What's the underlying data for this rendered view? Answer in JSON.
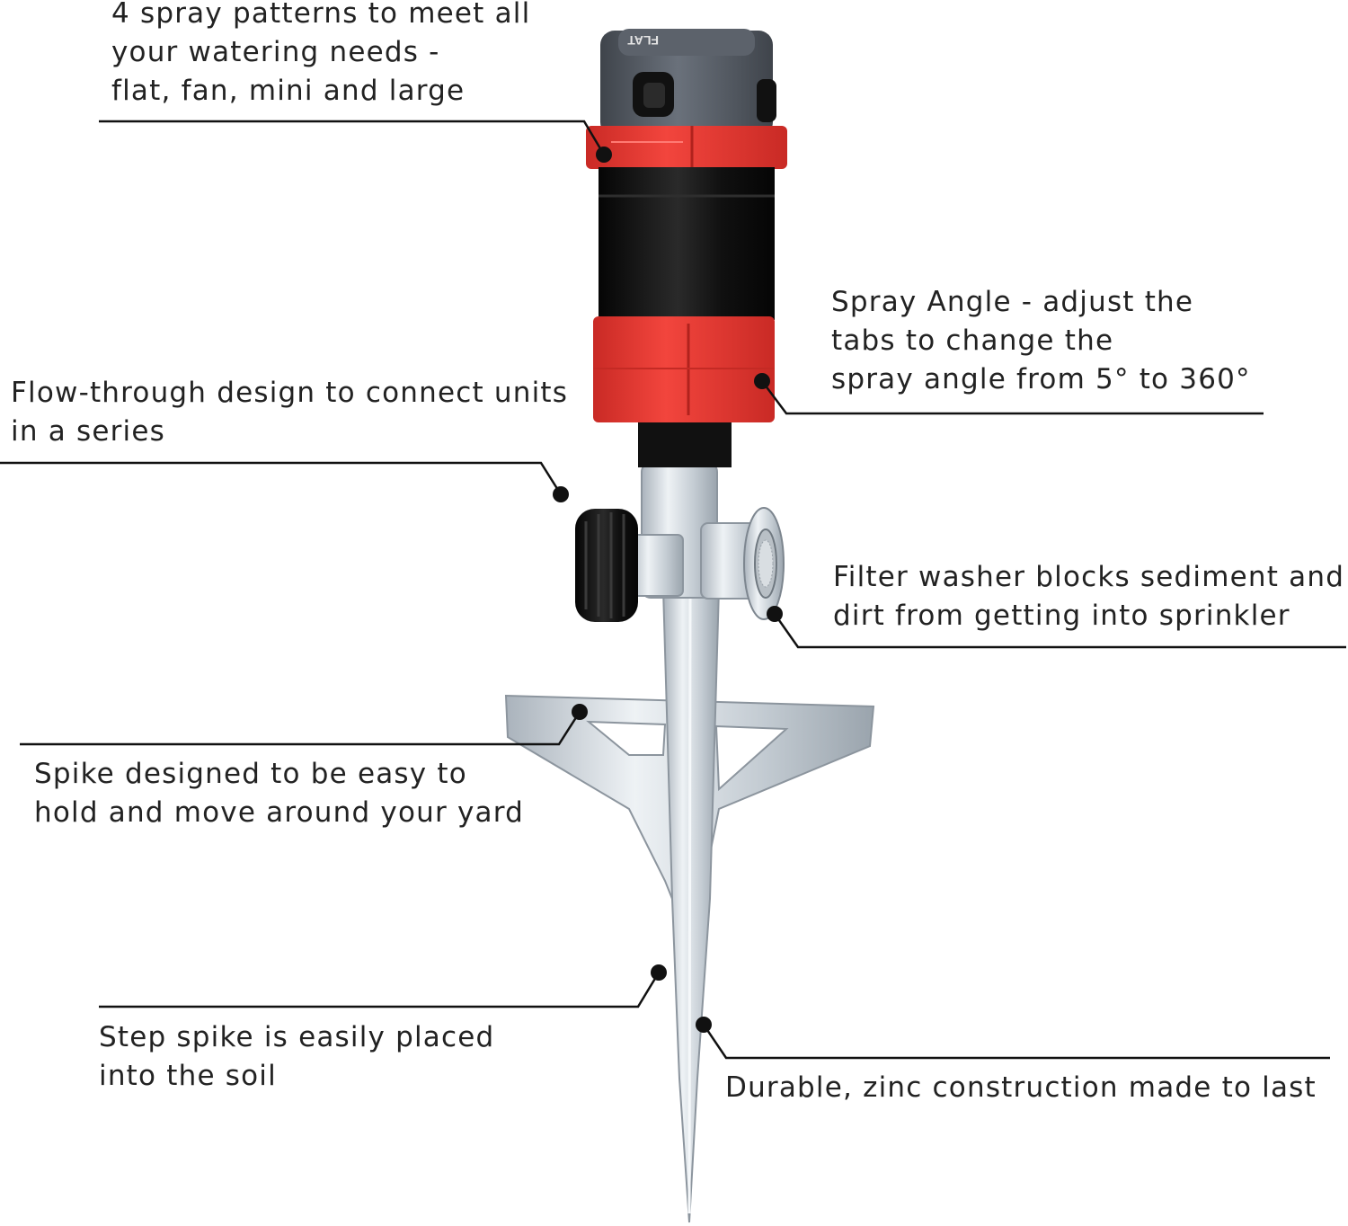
{
  "callouts": {
    "spray_patterns": "4 spray patterns to meet all\nyour watering needs -\nflat, fan, mini and large",
    "spray_angle": "Spray Angle  - adjust the\ntabs to change the\nspray angle from 5° to 360°",
    "flow_through": "Flow-through design to connect units\nin a series",
    "filter_washer": "Filter washer blocks sediment and\ndirt from getting into sprinkler",
    "spike_hold": "Spike designed to be easy to\nhold and move around your yard",
    "step_spike": "Step spike is easily placed\ninto the soil",
    "durable_zinc": "Durable, zinc construction made to last"
  },
  "product": {
    "cap_label": "FLAT"
  },
  "colors": {
    "accent_red": "#ee3a33",
    "body_black": "#141414",
    "cap_grey": "#565c66",
    "metal": "#cfd6dc",
    "leader_line": "#111111"
  }
}
